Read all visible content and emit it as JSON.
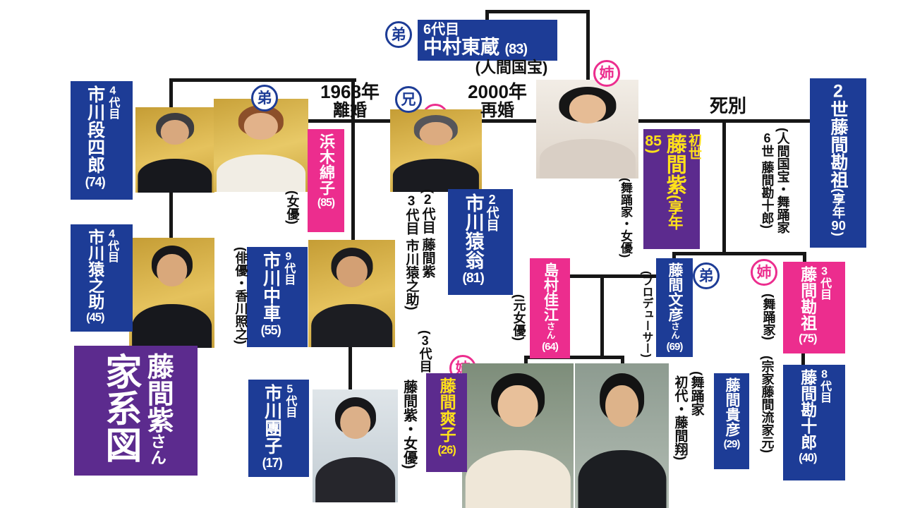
{
  "accent_colors": {
    "label_blue": "#1d3c96",
    "label_pink": "#ec2d8e",
    "label_purple": "#5c2b8e",
    "purple_label_text_yellow": "#ffe11a",
    "line_black": "#161616"
  },
  "banner": {
    "name": "藤間紫",
    "name_suffix": "さん",
    "title": "家系図"
  },
  "relations": {
    "divorce_year": "1968年",
    "divorce_label": "離婚",
    "remarry_year": "2000年",
    "remarry_label": "再婚",
    "bereavement_label": "死別"
  },
  "badges": {
    "tozo": "弟",
    "murasaki": "姉",
    "danshiro": "弟",
    "eno": "兄",
    "fumihiko": "弟",
    "kanso3": "姉",
    "sawako": "姉"
  },
  "people": {
    "tozo": {
      "era": "6代目",
      "name": "中村東蔵",
      "age": "(83)",
      "note": "(人間国宝)"
    },
    "danshiro": {
      "era": "4代目",
      "name": "市川段四郎",
      "age": "(74)"
    },
    "hamaki": {
      "name": "浜木綿子",
      "age": "(85)",
      "note": "(女優)"
    },
    "eno": {
      "era": "2代目",
      "name": "市川猿翁",
      "age": "(81)",
      "note_col1": "(2代目 藤間紫",
      "note_col2": "3代目 市川猿之助)"
    },
    "murasaki": {
      "era": "初世",
      "name": "藤間紫",
      "age_v": "(享年85)",
      "note": "(舞踊家・女優)"
    },
    "kanso2": {
      "name": "2世藤間勘祖",
      "age_v": "(享年90)",
      "note_col1": "(人間国宝・舞踊家",
      "note_col2": "6世 藤間勘十郎)"
    },
    "ennosuke": {
      "era": "4代目",
      "name": "市川猿之助",
      "age": "(45)"
    },
    "chusha": {
      "era": "9代目",
      "name": "市川中車",
      "age": "(55)",
      "note": "(俳優・香川照之)"
    },
    "danko": {
      "era": "5代目",
      "name": "市川團子",
      "age": "(17)"
    },
    "shimamura": {
      "name": "島村佳江",
      "suffix": "さん",
      "age": "(64)",
      "note": "(元女優)"
    },
    "fumihiko": {
      "name": "藤間文彦",
      "suffix": "さん",
      "age": "(69)",
      "note": "(プロデューサー)"
    },
    "kanso3": {
      "era": "3代目",
      "name": "藤間勘祖",
      "age": "(75)",
      "note1": "(舞踊家)",
      "note2": "(宗家藤間流家元)"
    },
    "kanjuro8": {
      "era": "8代目",
      "name": "藤間勘十郎",
      "age": "(40)"
    },
    "sawako": {
      "name": "藤間爽子",
      "age": "(26)",
      "note_col1": "(3代目",
      "note_col2": "藤間紫・女優)"
    },
    "takahiko": {
      "name": "藤間貴彦",
      "age": "(29)",
      "note_col1": "(舞踊家",
      "note_col2": "初代・藤間翔)"
    }
  }
}
